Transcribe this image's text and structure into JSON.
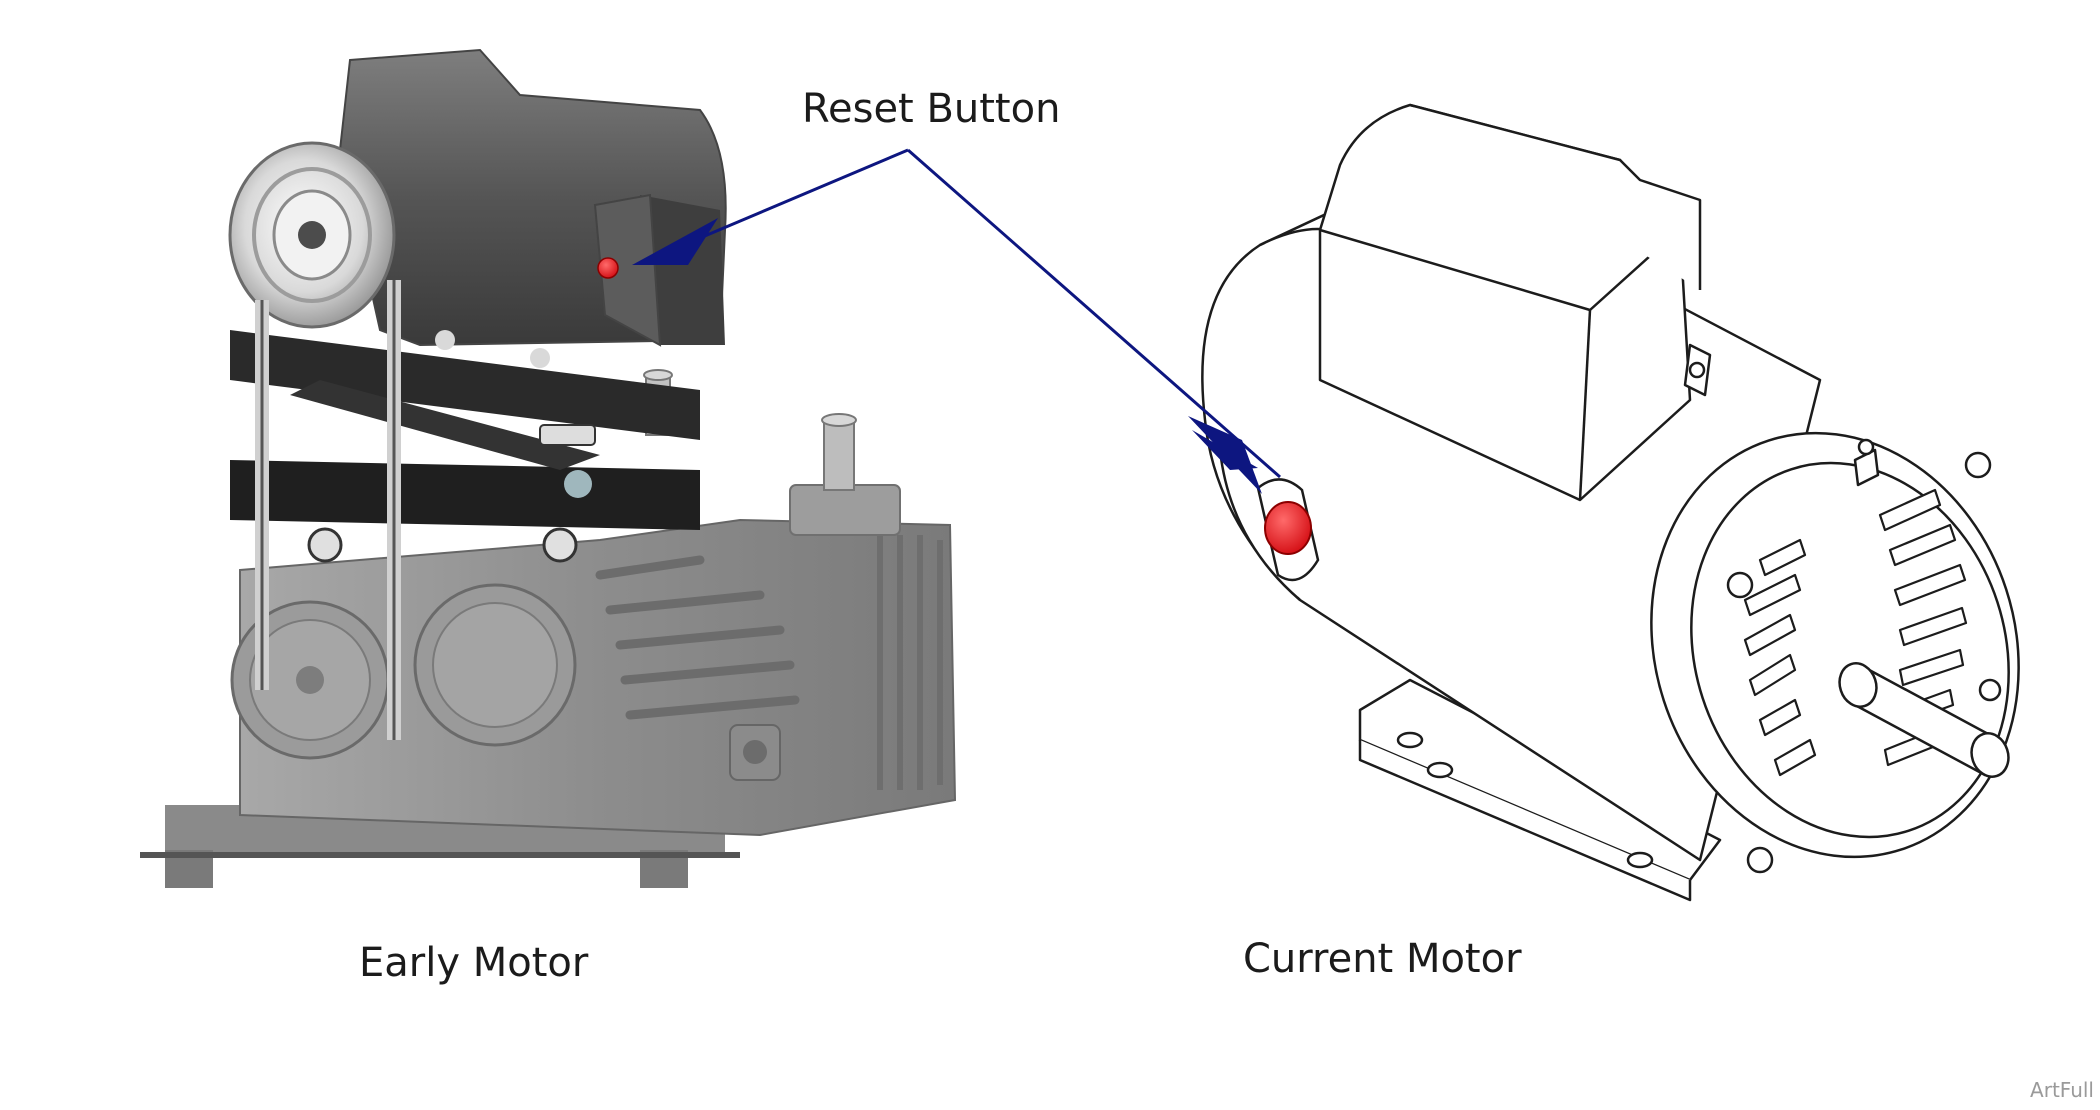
{
  "callout": {
    "label": "Reset Button",
    "arrow_color": "#0d1680",
    "button_color": "#e8141a"
  },
  "early_motor": {
    "caption": "Early Motor"
  },
  "current_motor": {
    "caption": "Current Motor"
  },
  "art_id": "ArtFull"
}
